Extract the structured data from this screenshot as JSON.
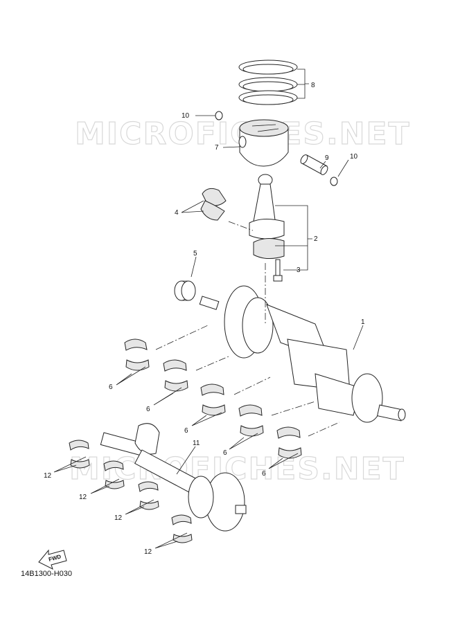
{
  "watermarks": [
    "MICROFICHES.NET",
    "MICROFICHES.NET"
  ],
  "diagram_code": "14B1300-H030",
  "fwd_label": "FWD",
  "callouts": {
    "c1": "1",
    "c2": "2",
    "c3": "3",
    "c4": "4",
    "c5": "5",
    "c6a": "6",
    "c6b": "6",
    "c6c": "6",
    "c6d": "6",
    "c6e": "6",
    "c7": "7",
    "c8": "8",
    "c9": "9",
    "c10a": "10",
    "c10b": "10",
    "c11": "11",
    "c12a": "12",
    "c12b": "12",
    "c12c": "12",
    "c12d": "12"
  }
}
